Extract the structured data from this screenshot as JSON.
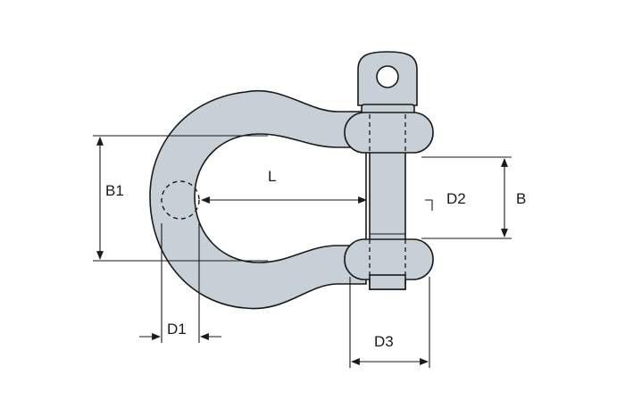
{
  "diagram": {
    "colors": {
      "body_fill": "#c6d0d6",
      "stroke": "#1a1a1a",
      "background": "#ffffff"
    },
    "labels": {
      "L": "L",
      "B1": "B1",
      "D1": "D1",
      "D2": "D2",
      "D3": "D3",
      "B": "B"
    }
  }
}
